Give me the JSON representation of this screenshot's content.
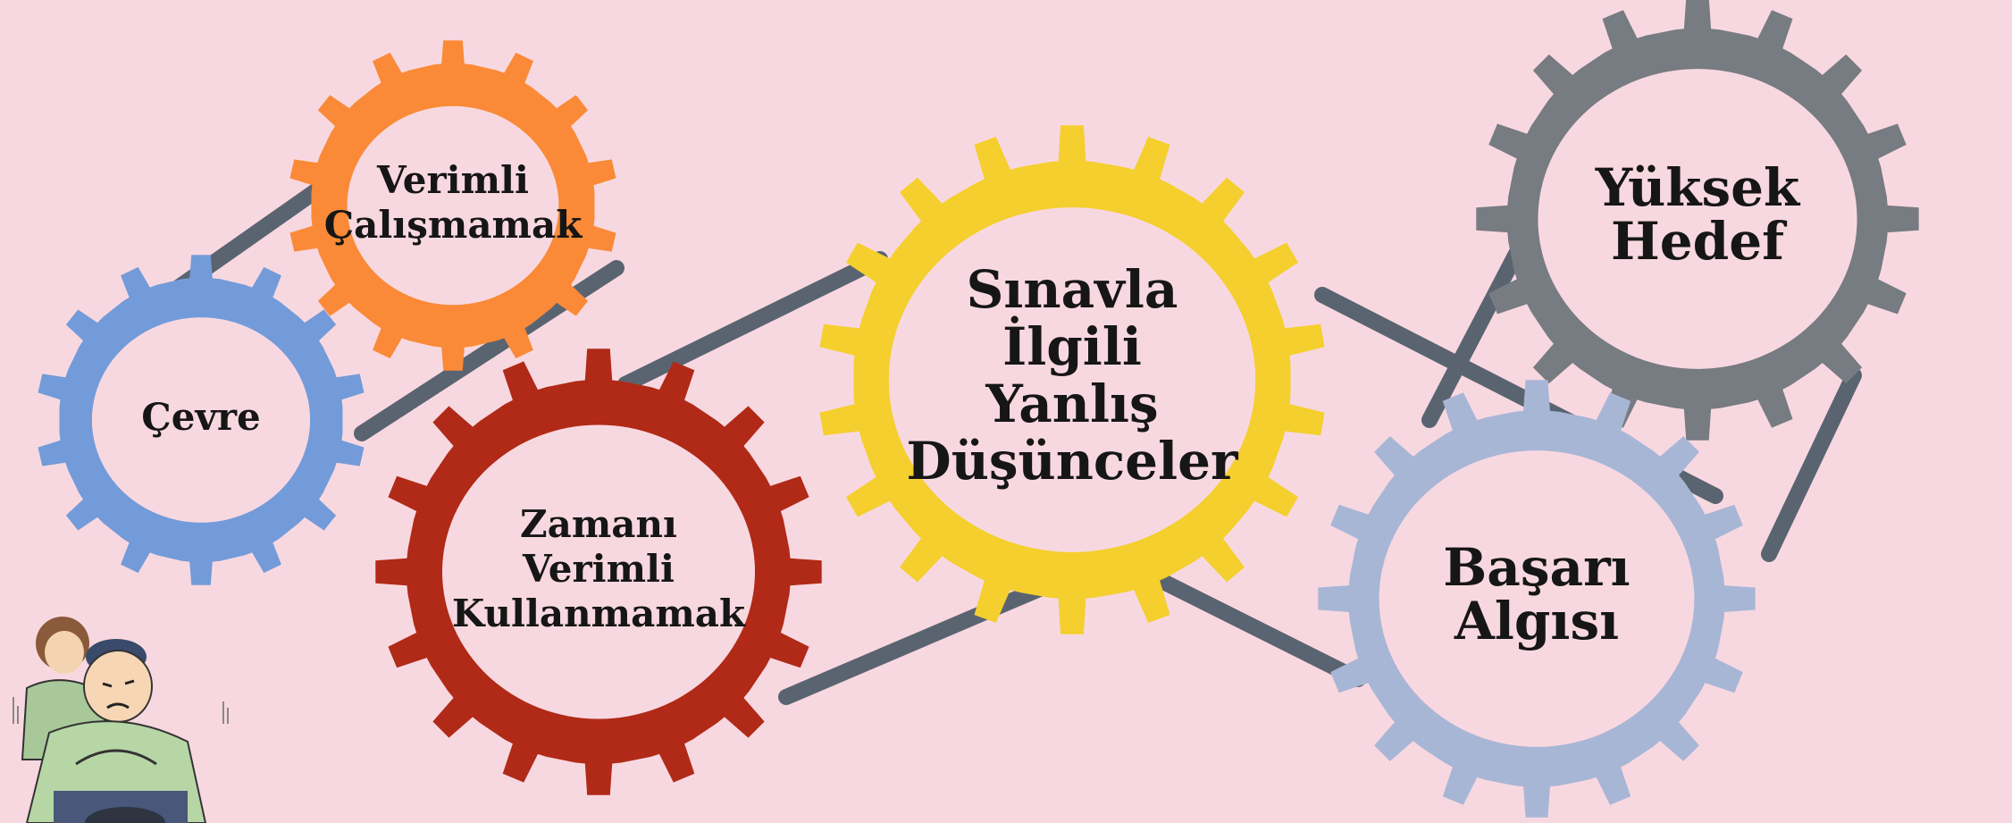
{
  "colors": {
    "background": "#f8d8e0",
    "connector": "#5a6470",
    "inner_fill": "#f8d8e0"
  },
  "gears": [
    {
      "id": "cevre",
      "name": "gear-cevre",
      "lines": [
        "Çevre"
      ],
      "color": "#739bd9"
    },
    {
      "id": "verimli-calismamak",
      "name": "gear-verimli-calismamak",
      "lines": [
        "Verimli",
        "Çalışmamak"
      ],
      "color": "#fa8a37"
    },
    {
      "id": "zamani-verimli",
      "name": "gear-zamani-verimli-kullanmamak",
      "lines": [
        "Zamanı",
        "Verimli",
        "Kullanmamak"
      ],
      "color": "#b02a17"
    },
    {
      "id": "sinavla-ilgili",
      "name": "gear-sinavla-ilgili-yanlis-dusunceler",
      "lines": [
        "Sınavla",
        "İlgili",
        "Yanlış",
        "Düşünceler"
      ],
      "color": "#f4cf2e"
    },
    {
      "id": "yuksek-hedef",
      "name": "gear-yuksek-hedef",
      "lines": [
        "Yüksek",
        "Hedef"
      ],
      "color": "#777b82"
    },
    {
      "id": "basari-algisi",
      "name": "gear-basari-algisi",
      "lines": [
        "Başarı",
        "Algısı"
      ],
      "color": "#a8b6d6"
    }
  ],
  "illustration": {
    "icon": "worried-couple-illustration"
  }
}
